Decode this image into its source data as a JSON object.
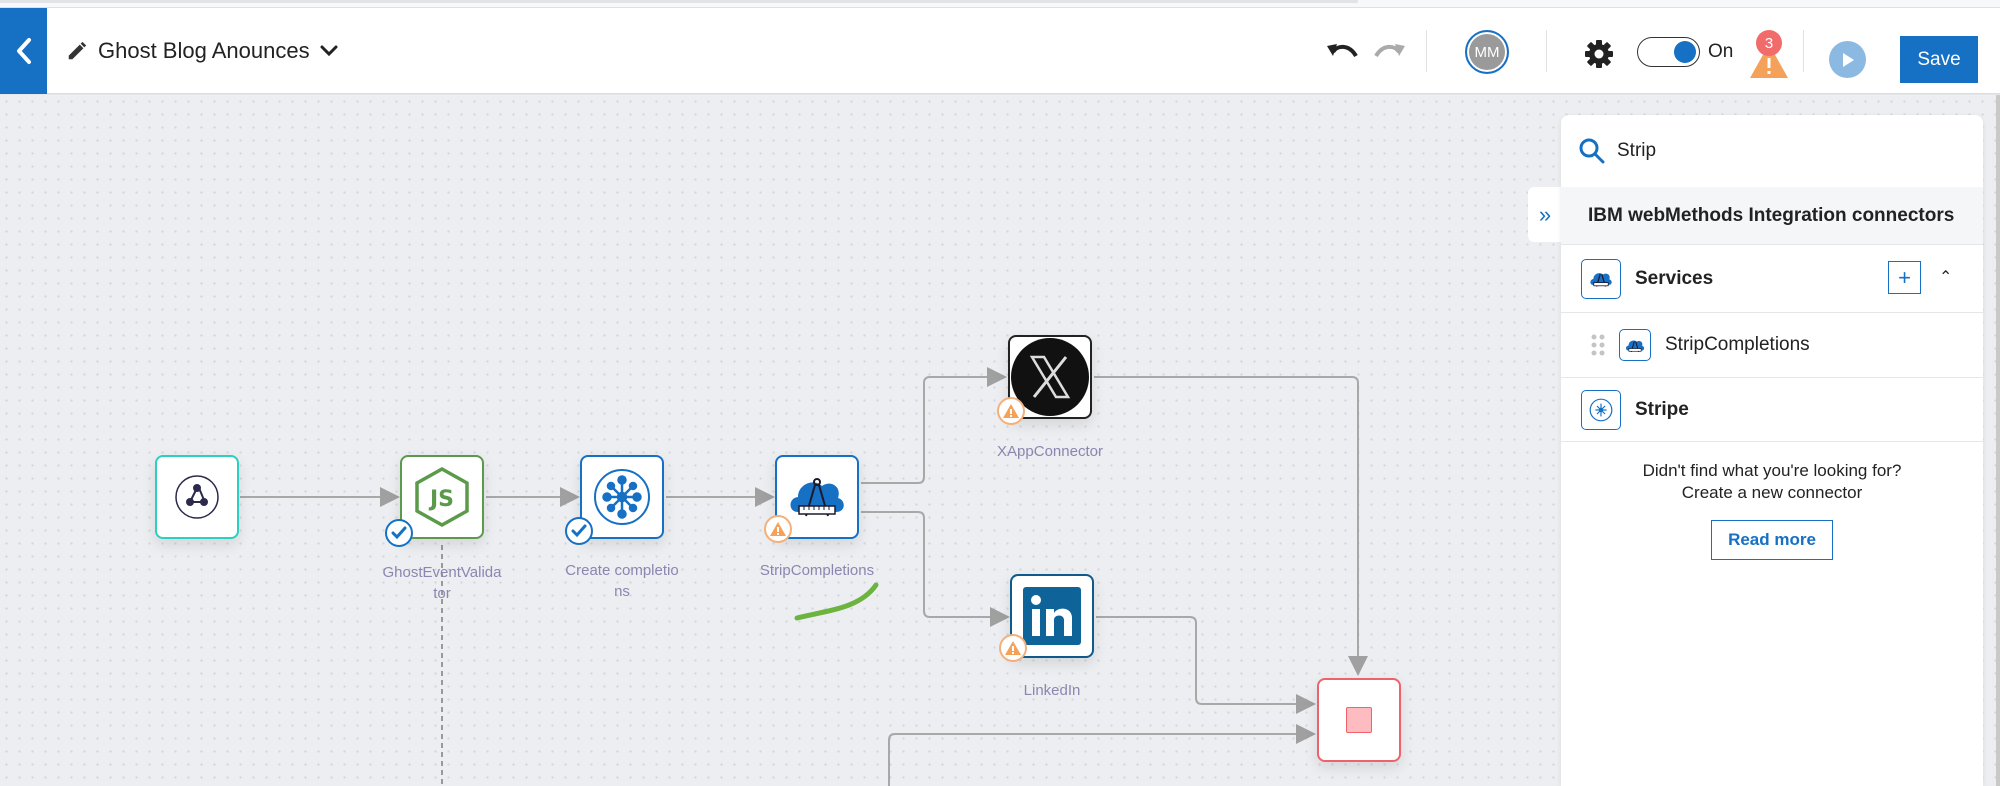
{
  "header": {
    "back_icon": "chevron-left-icon",
    "edit_icon": "pencil-icon",
    "title": "Ghost Blog Anounces",
    "title_dropdown_icon": "chevron-down-icon",
    "undo_icon": "undo-icon",
    "redo_icon": "redo-icon",
    "avatar_initials": "MM",
    "settings_icon": "gear-icon",
    "toggle_state": "on",
    "toggle_label": "On",
    "warning_count": "3",
    "warning_icon": "warning-triangle-icon",
    "run_icon": "play-icon",
    "save_label": "Save"
  },
  "canvas": {
    "nodes": [
      {
        "id": "trigger",
        "icon": "webhook-icon",
        "label": "",
        "status": "none",
        "border": "#2ccfc0"
      },
      {
        "id": "ghost-event-validator",
        "icon": "nodejs-icon",
        "label": "GhostEventValidator",
        "status": "ok",
        "border": "#5a9a4a"
      },
      {
        "id": "create-completions",
        "icon": "hub-icon",
        "label": "Create completions",
        "status": "ok",
        "border": "#1670c4"
      },
      {
        "id": "strip-completions",
        "icon": "cloud-compass-icon",
        "label": "StripCompletions",
        "status": "warn",
        "border": "#1670c4"
      },
      {
        "id": "xapp-connector",
        "icon": "x-logo-icon",
        "label": "XAppConnector",
        "status": "warn",
        "border": "#222222"
      },
      {
        "id": "linkedin",
        "icon": "linkedin-icon",
        "label": "LinkedIn",
        "status": "warn",
        "border": "#0e5a8a"
      },
      {
        "id": "end",
        "icon": "stop-icon",
        "label": "",
        "status": "none",
        "border": "#f0626b"
      }
    ]
  },
  "panel": {
    "collapse_icon": "double-chevron-right-icon",
    "search_icon": "search-icon",
    "search_value": "Strip",
    "section_title": "IBM webMethods Integration connectors",
    "groups": [
      {
        "label": "Services",
        "icon": "cloud-compass-icon",
        "add_label": "+",
        "expanded": true,
        "items": [
          {
            "label": "StripCompletions",
            "icon": "cloud-compass-icon"
          }
        ]
      },
      {
        "label": "Stripe",
        "icon": "hub-icon"
      }
    ],
    "not_found_line1": "Didn't find what you're looking for?",
    "not_found_line2": "Create a new connector",
    "read_more_label": "Read more"
  },
  "colors": {
    "accent": "#1670c4",
    "warning": "#f4a259",
    "error_badge": "#f26b6b",
    "node_label": "#8b86b0"
  }
}
